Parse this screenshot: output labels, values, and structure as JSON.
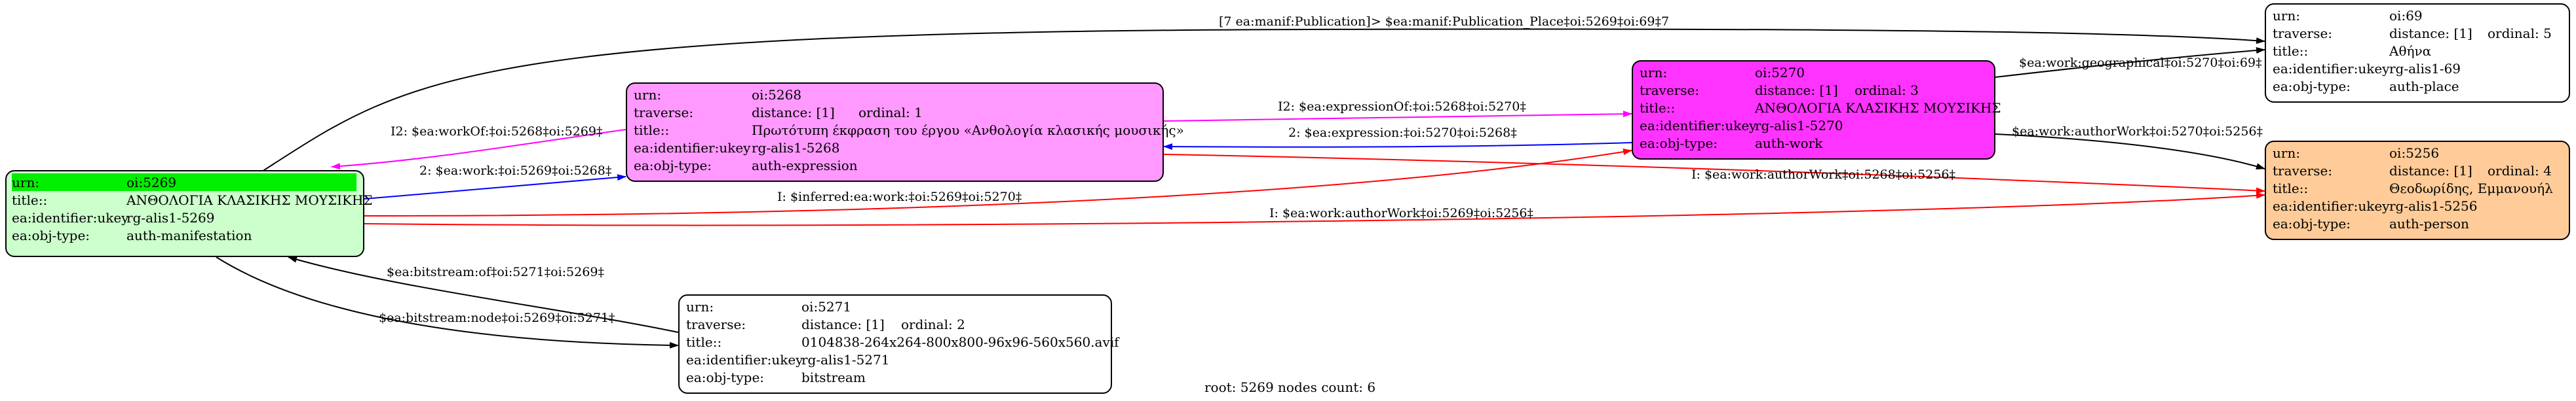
{
  "nodes": {
    "n5269": {
      "highlight_color": "#00ee00",
      "fill": "#ccffcc",
      "rows": [
        {
          "key": "urn:",
          "val": "oi:5269"
        },
        {
          "key": "title::",
          "val": "ΑΝΘΟΛΟΓΙΑ ΚΛΑΣΙΚΗΣ ΜΟΥΣΙΚΗΣ"
        },
        {
          "key": "ea:identifier:ukey",
          "val": "rg-alis1-5269"
        },
        {
          "key": "ea:obj-type:",
          "val": "auth-manifestation"
        }
      ]
    },
    "n5268": {
      "fill": "#ff99ff",
      "rows": [
        {
          "key": "urn:",
          "val": "oi:5268"
        },
        {
          "key": "traverse:",
          "val": "distance: [1]",
          "extra": "ordinal: 1"
        },
        {
          "key": "title::",
          "val": "Πρωτότυπη έκφραση του έργου «Ανθολογία κλασικής μουσικής»"
        },
        {
          "key": "ea:identifier:ukey",
          "val": "rg-alis1-5268"
        },
        {
          "key": "ea:obj-type:",
          "val": "auth-expression"
        }
      ]
    },
    "n5270": {
      "fill": "#ff33ff",
      "rows": [
        {
          "key": "urn:",
          "val": "oi:5270"
        },
        {
          "key": "traverse:",
          "val": "distance: [1]",
          "extra": "ordinal: 3"
        },
        {
          "key": "title::",
          "val": "ΑΝΘΟΛΟΓΙΑ ΚΛΑΣΙΚΗΣ ΜΟΥΣΙΚΗΣ"
        },
        {
          "key": "ea:identifier:ukey",
          "val": "rg-alis1-5270"
        },
        {
          "key": "ea:obj-type:",
          "val": "auth-work"
        }
      ]
    },
    "n69": {
      "fill": "#ffffff",
      "rows": [
        {
          "key": "urn:",
          "val": "oi:69"
        },
        {
          "key": "traverse:",
          "val": "distance: [1]",
          "extra": "ordinal: 5"
        },
        {
          "key": "title::",
          "val": "Αθήνα"
        },
        {
          "key": "ea:identifier:ukey",
          "val": "rg-alis1-69"
        },
        {
          "key": "ea:obj-type:",
          "val": "auth-place"
        }
      ]
    },
    "n5256": {
      "fill": "#ffcc99",
      "rows": [
        {
          "key": "urn:",
          "val": "oi:5256"
        },
        {
          "key": "traverse:",
          "val": "distance: [1]",
          "extra": "ordinal: 4"
        },
        {
          "key": "title::",
          "val": "Θεοδωρίδης, Εμμανουήλ"
        },
        {
          "key": "ea:identifier:ukey",
          "val": "rg-alis1-5256"
        },
        {
          "key": "ea:obj-type:",
          "val": "auth-person"
        }
      ]
    },
    "n5271": {
      "fill": "#ffffff",
      "rows": [
        {
          "key": "urn:",
          "val": "oi:5271"
        },
        {
          "key": "traverse:",
          "val": "distance: [1]",
          "extra": "ordinal: 2"
        },
        {
          "key": "title::",
          "val": "0104838-264x264-800x800-96x96-560x560.avif"
        },
        {
          "key": "ea:identifier:ukey",
          "val": "rg-alis1-5271"
        },
        {
          "key": "ea:obj-type:",
          "val": "bitstream"
        }
      ]
    }
  },
  "edges": {
    "publication": {
      "label": "[7 ea:manif:Publication]> $ea:manif:Publication_Place‡oi:5269‡oi:69‡7",
      "color": "#000000"
    },
    "geographical": {
      "label": "$ea:work:geographical‡oi:5270‡oi:69‡",
      "color": "#000000"
    },
    "workOf": {
      "label": "I2: $ea:workOf:‡oi:5268‡oi:5269‡",
      "color": "#ff00ff"
    },
    "work": {
      "label": "2: $ea:work:‡oi:5269‡oi:5268‡",
      "color": "#0000ff"
    },
    "expressionOf": {
      "label": "I2: $ea:expressionOf:‡oi:5268‡oi:5270‡",
      "color": "#ff00ff"
    },
    "expression": {
      "label": "2: $ea:expression:‡oi:5270‡oi:5268‡",
      "color": "#0000ff"
    },
    "inferredWork": {
      "label": "I: $inferred:ea:work:‡oi:5269‡oi:5270‡",
      "color": "#ff0000"
    },
    "authorWork5270": {
      "label": "$ea:work:authorWork‡oi:5270‡oi:5256‡",
      "color": "#000000"
    },
    "authorWork5268": {
      "label": "I: $ea:work:authorWork‡oi:5268‡oi:5256‡",
      "color": "#ff0000"
    },
    "authorWork5269": {
      "label": "I: $ea:work:authorWork‡oi:5269‡oi:5256‡",
      "color": "#ff0000"
    },
    "bitstreamOf": {
      "label": "$ea:bitstream:of‡oi:5271‡oi:5269‡",
      "color": "#000000"
    },
    "bitstreamNode": {
      "label": "$ea:bitstream:node‡oi:5269‡oi:5271‡",
      "color": "#000000"
    }
  },
  "footer": "root: 5269 nodes count: 6"
}
